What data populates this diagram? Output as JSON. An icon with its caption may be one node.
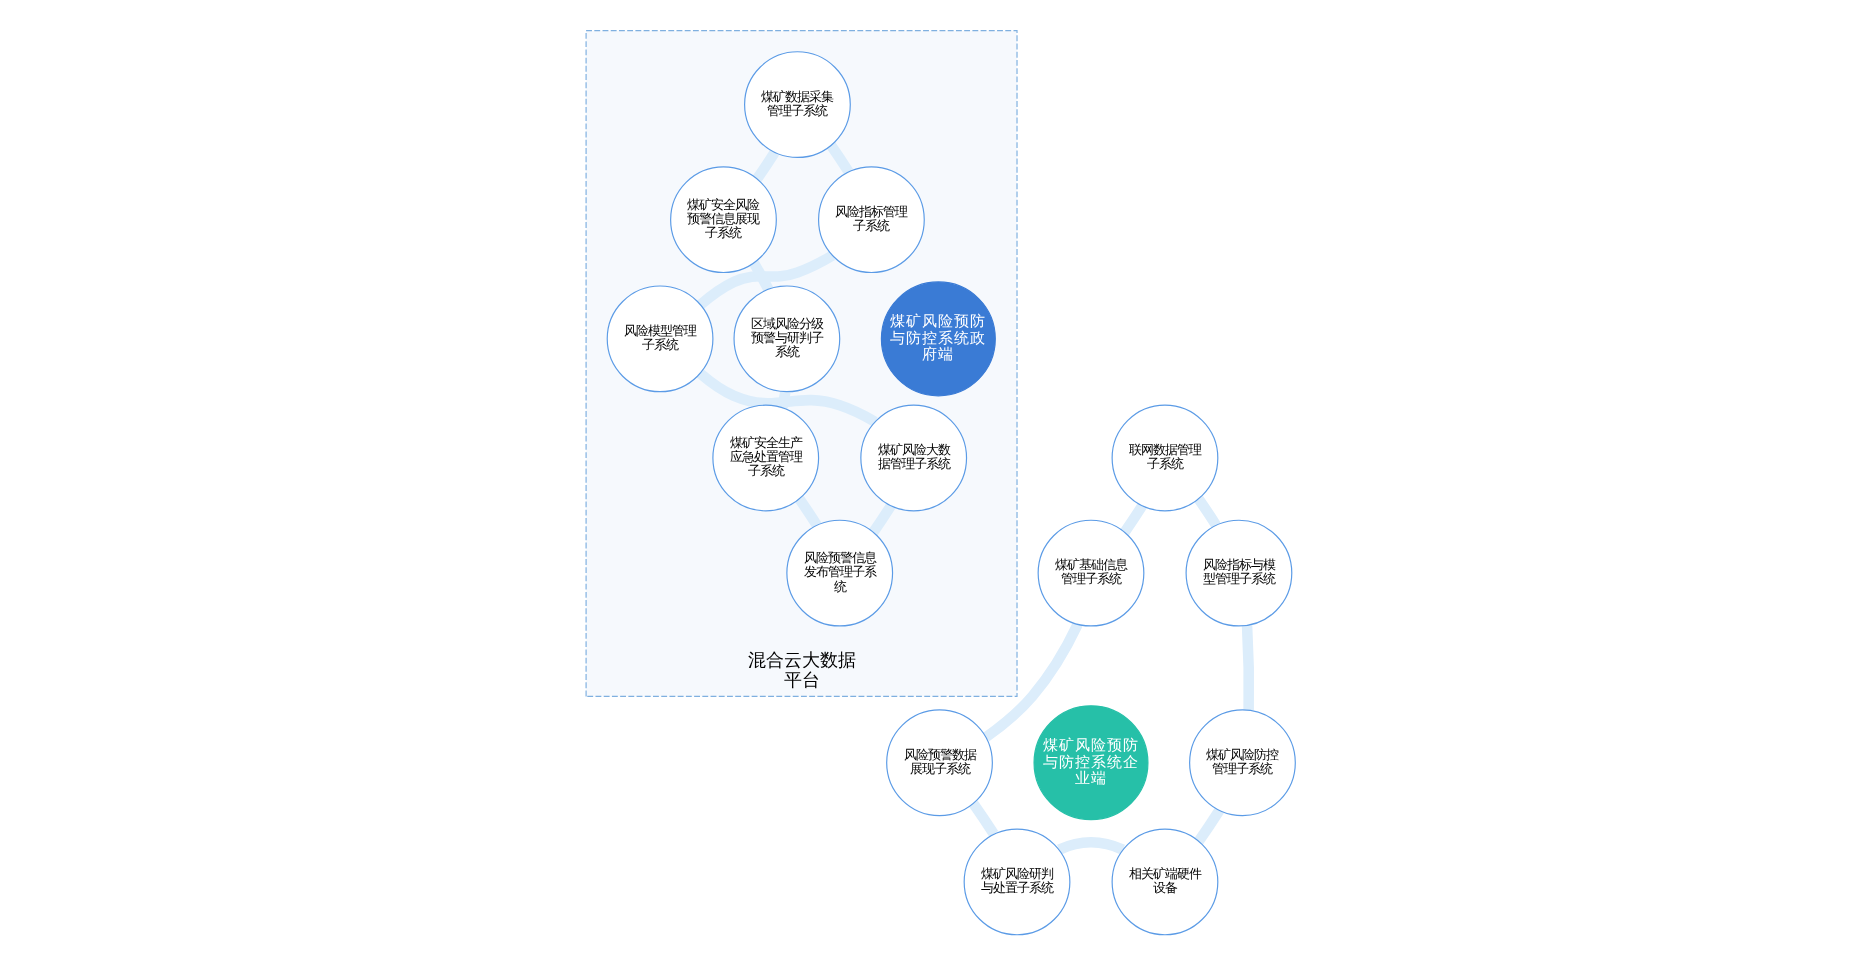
{
  "diagram": {
    "nodes": [
      {
        "text": [
          "混合云大数据平台"
        ]
      },
      {
        "text": [
          "煤矿风险预防与防控系统政府端"
        ],
        "in": 0
      },
      {
        "text": [
          "煤矿数据采集管理子系统"
        ],
        "in": 0
      },
      {
        "text": [
          "风险指标管理子系统"
        ],
        "in": 0
      },
      {
        "text": [
          "风险模型管理子系统"
        ],
        "in": 0
      },
      {
        "text": [
          "煤矿风险大数据管理子系统"
        ],
        "in": 0
      },
      {
        "text": [
          "风险预警信息发布管理子系统"
        ],
        "in": 0
      },
      {
        "text": [
          "煤矿安全生产应急处置管理子系统"
        ],
        "in": 0
      },
      {
        "text": [
          "区域风险分级预警与研判子系统"
        ],
        "in": 0
      },
      {
        "text": [
          "煤矿安全风险预警信息展现子系统"
        ],
        "in": 0
      },
      {
        "text": [
          "煤矿风险预防与防控系统企业端"
        ]
      },
      {
        "text": [
          "联网数据管理子系统"
        ]
      },
      {
        "text": [
          "风险指标与模型管理子系统"
        ]
      },
      {
        "text": [
          "煤矿风险防控管理子系统"
        ]
      },
      {
        "text": [
          "相关矿端硬件设备"
        ]
      },
      {
        "text": [
          "煤矿风险研判与处置子系统"
        ]
      },
      {
        "text": [
          "风险预警数据展现子系统"
        ]
      },
      {
        "text": [
          "煤矿基础信息管理子系统"
        ]
      }
    ],
    "edges": [
      {
        "from": 2,
        "to": 3,
        "arrow": "none"
      },
      {
        "from": 3,
        "to": 4,
        "arrow": "none"
      },
      {
        "from": 4,
        "to": 5,
        "arrow": "none"
      },
      {
        "from": 5,
        "to": 6,
        "arrow": "none"
      },
      {
        "from": 6,
        "to": 7,
        "arrow": "none"
      },
      {
        "from": 7,
        "to": 8,
        "arrow": "none"
      },
      {
        "from": 8,
        "to": 9,
        "arrow": "none"
      },
      {
        "from": 9,
        "to": 2,
        "arrow": "none"
      },
      {
        "from": 11,
        "to": 12,
        "arrow": "none"
      },
      {
        "from": 12,
        "to": 13,
        "arrow": "none"
      },
      {
        "from": 13,
        "to": 14,
        "arrow": "none"
      },
      {
        "from": 14,
        "to": 15,
        "arrow": "none"
      },
      {
        "from": 15,
        "to": 16,
        "arrow": "none"
      },
      {
        "from": 16,
        "to": 17,
        "arrow": "none"
      },
      {
        "from": 17,
        "to": 11,
        "arrow": "none"
      }
    ]
  }
}
